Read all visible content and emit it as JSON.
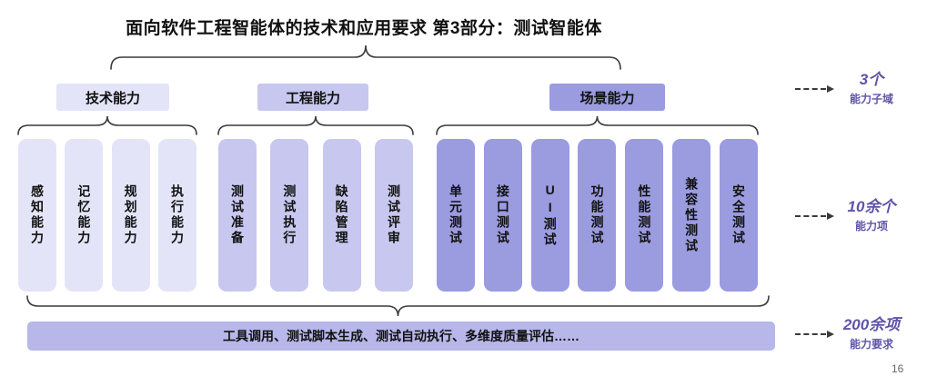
{
  "title": "面向软件工程智能体的技术和应用要求 第3部分：测试智能体",
  "colors": {
    "group1": "#E4E4F8",
    "group2": "#C7C7EF",
    "group3": "#9B9BE0",
    "bottom_bar": "#B7B7E9",
    "accent_text": "#5E54A8"
  },
  "groups": [
    {
      "label": "技术能力",
      "color": "#E4E4F8",
      "items": [
        "感知能力",
        "记忆能力",
        "规划能力",
        "执行能力"
      ]
    },
    {
      "label": "工程能力",
      "color": "#C7C7EF",
      "items": [
        "测试准备",
        "测试执行",
        "缺陷管理",
        "测试评审"
      ]
    },
    {
      "label": "场景能力",
      "color": "#9B9BE0",
      "items": [
        "单元测试",
        "接口测试",
        "UI测试",
        "功能测试",
        "性能测试",
        "兼容性测试",
        "安全测试"
      ]
    }
  ],
  "bottom_bar_text": "工具调用、测试脚本生成、测试自动执行、多维度质量评估……",
  "annotations": [
    {
      "value": "3个",
      "label": "能力子域"
    },
    {
      "value": "10余个",
      "label": "能力项"
    },
    {
      "value": "200余项",
      "label": "能力要求"
    }
  ],
  "page_number": "16"
}
